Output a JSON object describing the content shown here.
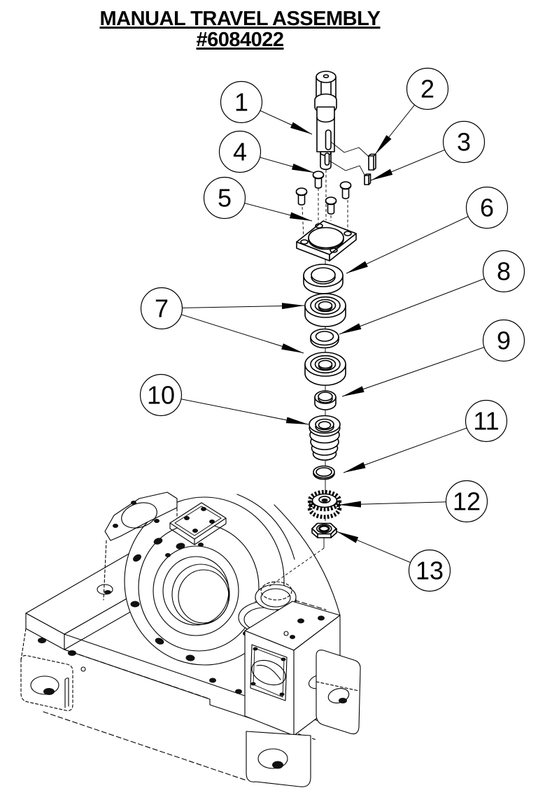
{
  "title": {
    "line1": "MANUAL TRAVEL ASSEMBLY",
    "line2": "#6084022"
  },
  "callouts": [
    {
      "label": "1"
    },
    {
      "label": "2"
    },
    {
      "label": "3"
    },
    {
      "label": "4"
    },
    {
      "label": "5"
    },
    {
      "label": "6"
    },
    {
      "label": "7"
    },
    {
      "label": "8"
    },
    {
      "label": "9"
    },
    {
      "label": "10"
    },
    {
      "label": "11"
    },
    {
      "label": "12"
    },
    {
      "label": "13"
    }
  ],
  "colors": {
    "line": "#000000",
    "hole_fill": "#111111",
    "background": "#ffffff"
  }
}
